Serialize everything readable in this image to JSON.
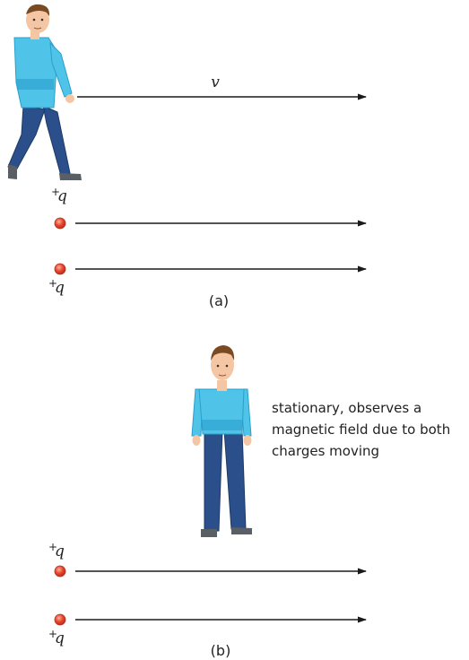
{
  "panel_a": {
    "label": "(a)",
    "velocity_label": "v",
    "charge_top": {
      "sign": "+",
      "symbol": "q"
    },
    "charge_bottom": {
      "sign": "+",
      "symbol": "q"
    }
  },
  "panel_b": {
    "label": "(b)",
    "observer_note": [
      "stationary, observes a",
      "magnetic field due to both",
      "charges moving"
    ],
    "charge_top": {
      "sign": "+",
      "symbol": "q"
    },
    "charge_bottom": {
      "sign": "+",
      "symbol": "q"
    }
  },
  "colors": {
    "shirt": "#4fc3e8",
    "shirt_stripe": "#2a9fcc",
    "pants": "#2a4f8a",
    "skin": "#f4c6a3",
    "hair": "#7a4a22",
    "charge": "#e8452e",
    "arrow": "#1a1a1a"
  }
}
